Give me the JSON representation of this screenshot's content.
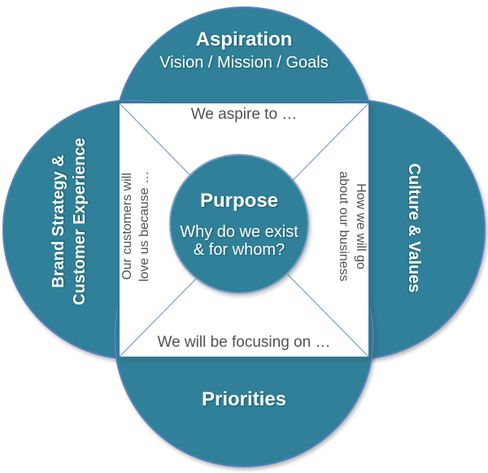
{
  "diagram": {
    "colors": {
      "teal": "#2F8098",
      "outer_ring_border": "#5480BE",
      "square_border": "#35789E",
      "center_ring_border": "#7F9DCC",
      "diagonal_line": "#8FA8D6",
      "muted_text": "#515151",
      "light_text": "#FFFFFF"
    },
    "circles": {
      "top": {
        "title": "Aspiration",
        "subtitle": "Vision / Mission / Goals"
      },
      "left": {
        "line1": "Brand Strategy &",
        "line2": "Customer Experience"
      },
      "right": {
        "title": "Culture & Values"
      },
      "bottom": {
        "title": "Priorities"
      },
      "center": {
        "title": "Purpose",
        "line1": "Why do we exist",
        "line2": "& for whom?"
      }
    },
    "quadrants": {
      "top": "We aspire to …",
      "left": {
        "line1": "Our customers will",
        "line2": "love us because …"
      },
      "right": {
        "line1": "How we will go",
        "line2": "about our business"
      },
      "bottom": "We will be focusing on …"
    }
  }
}
